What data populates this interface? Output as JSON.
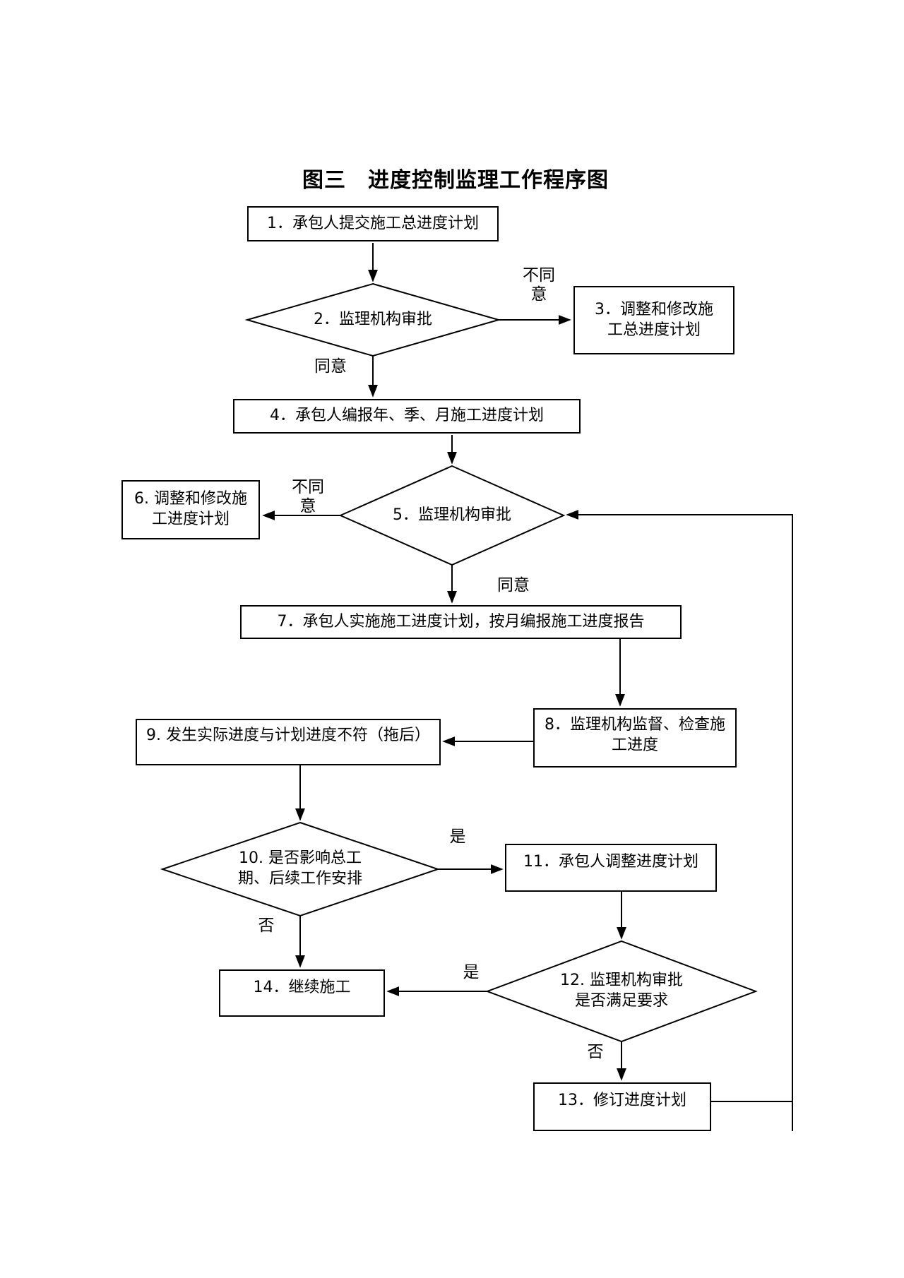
{
  "title": "图三　进度控制监理工作程序图",
  "nodes": {
    "n1": {
      "text": "1．承包人提交施工总进度计划"
    },
    "n2": {
      "text": "2．监理机构审批"
    },
    "n3": {
      "lines": [
        "3．调整和修改施",
        "工总进度计划"
      ]
    },
    "n4": {
      "text": "4．承包人编报年、季、月施工进度计划"
    },
    "n5": {
      "text": "5．监理机构审批"
    },
    "n6": {
      "lines": [
        "6. 调整和修改施",
        "工进度计划"
      ]
    },
    "n7": {
      "text": "7．承包人实施施工进度计划，按月编报施工进度报告"
    },
    "n8": {
      "lines": [
        "8．监理机构监督、检查施",
        "工进度"
      ]
    },
    "n9": {
      "text": "9. 发生实际进度与计划进度不符（拖后）"
    },
    "n10": {
      "lines": [
        "10. 是否影响总工",
        "期、后续工作安排"
      ]
    },
    "n11": {
      "text": "11．承包人调整进度计划"
    },
    "n12": {
      "lines": [
        "12. 监理机构审批",
        "是否满足要求"
      ]
    },
    "n13": {
      "text": "13．修订进度计划"
    },
    "n14": {
      "text": "14．继续施工"
    }
  },
  "labels": {
    "disagree2": [
      "不同",
      "意"
    ],
    "agree2": "同意",
    "disagree5": [
      "不同",
      "意"
    ],
    "agree5": "同意",
    "yes10": "是",
    "no10": "否",
    "yes12": "是",
    "no12": "否"
  },
  "colors": {
    "line": "#000000",
    "node_fill": "#ffffff",
    "background": "#ffffff",
    "text": "#000000"
  }
}
